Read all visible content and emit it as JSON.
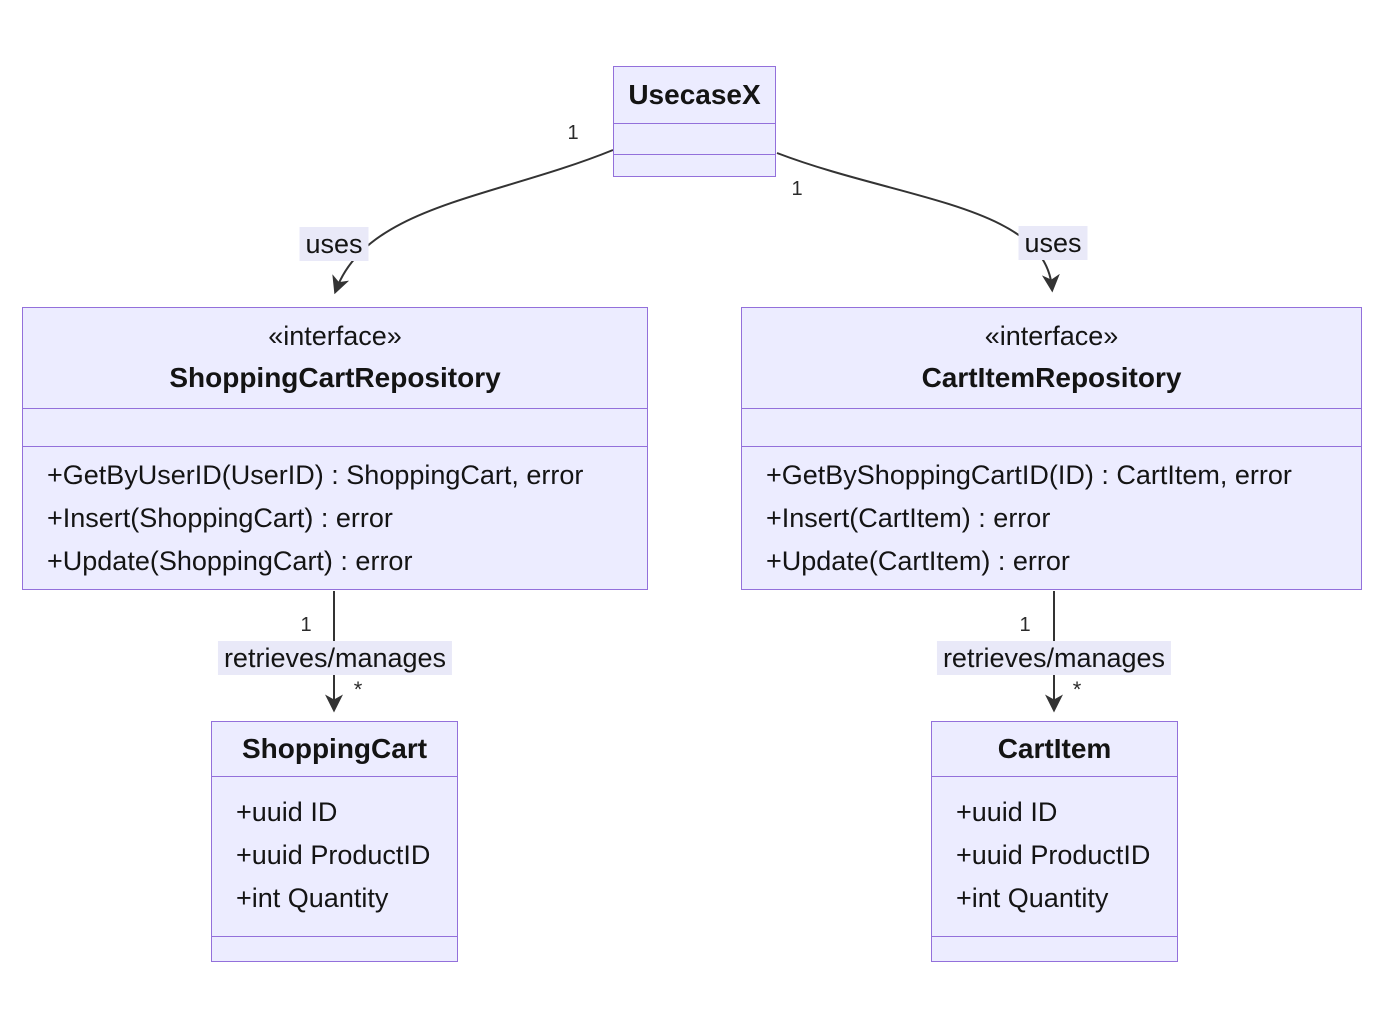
{
  "diagram": {
    "kind": "uml-class-diagram",
    "colors": {
      "node_fill": "#ECECFF",
      "node_border": "#9370DB",
      "edge_stroke": "#333333",
      "edge_label_background": "#e9e9f8",
      "text": "#141414"
    }
  },
  "nodes": {
    "usecase": {
      "title": "UsecaseX"
    },
    "shoppingCartRepository": {
      "annotation": "«interface»",
      "title": "ShoppingCartRepository",
      "methods": [
        "+GetByUserID(UserID) : ShoppingCart, error",
        "+Insert(ShoppingCart) : error",
        "+Update(ShoppingCart) : error"
      ]
    },
    "cartItemRepository": {
      "annotation": "«interface»",
      "title": "CartItemRepository",
      "methods": [
        "+GetByShoppingCartID(ID) : CartItem, error",
        "+Insert(CartItem) : error",
        "+Update(CartItem) : error"
      ]
    },
    "shoppingCart": {
      "title": "ShoppingCart",
      "attributes": [
        "+uuid ID",
        "+uuid ProductID",
        "+int Quantity"
      ]
    },
    "cartItem": {
      "title": "CartItem",
      "attributes": [
        "+uuid ID",
        "+uuid ProductID",
        "+int Quantity"
      ]
    }
  },
  "edges": {
    "uses_left": {
      "from": "UsecaseX",
      "to": "ShoppingCartRepository",
      "label": "uses",
      "source_multiplicity": "1"
    },
    "uses_right": {
      "from": "UsecaseX",
      "to": "CartItemRepository",
      "label": "uses",
      "source_multiplicity": "1"
    },
    "manages_left": {
      "from": "ShoppingCartRepository",
      "to": "ShoppingCart",
      "label": "retrieves/manages",
      "source_multiplicity": "1",
      "target_multiplicity": "*"
    },
    "manages_right": {
      "from": "CartItemRepository",
      "to": "CartItem",
      "label": "retrieves/manages",
      "source_multiplicity": "1",
      "target_multiplicity": "*"
    }
  }
}
